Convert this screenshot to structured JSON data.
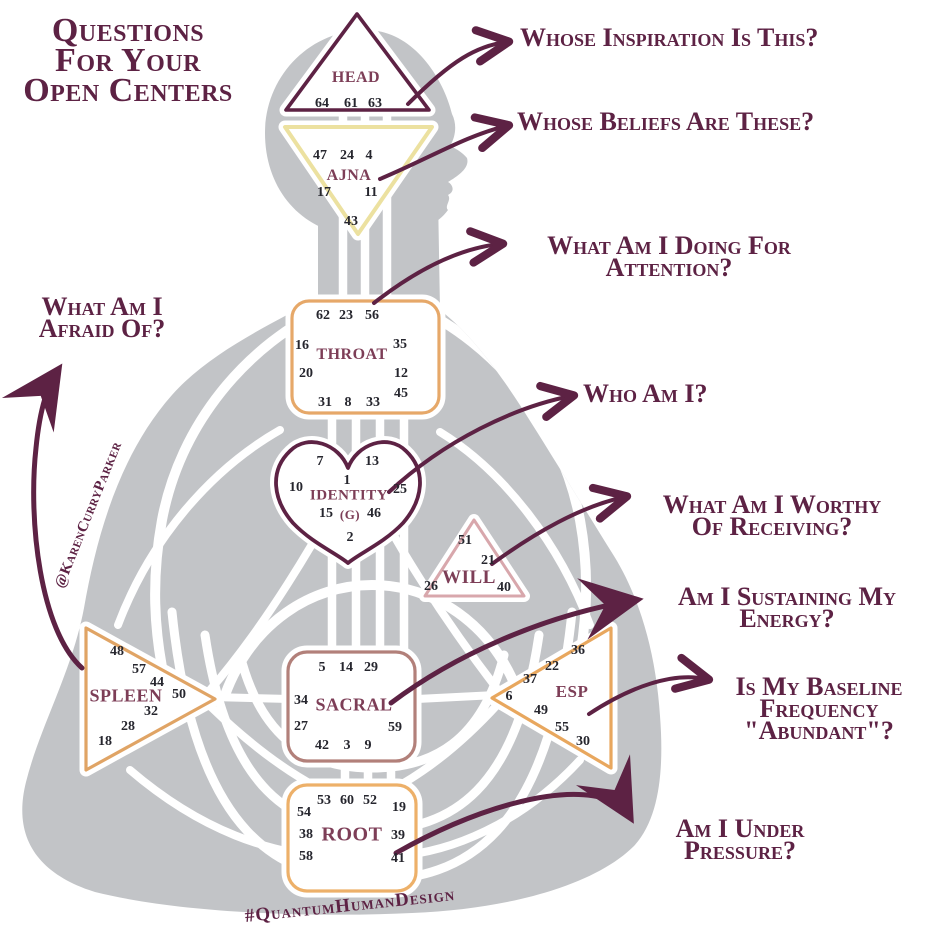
{
  "title": {
    "lines": [
      "Questions",
      "For Your",
      "Open Centers"
    ]
  },
  "watermarks": {
    "handle": "@KarenCurryParker",
    "hashtag": "#QuantumHumanDesign"
  },
  "colors": {
    "burgundy_text": "#5d2244",
    "center_label": "#7d3e57",
    "gate_number": "#26262e",
    "silhouette_gray": "#c2c4c7",
    "head_border": "#5d2244",
    "ajna_border": "#ece1a0",
    "throat_border": "#e6a869",
    "identity_border": "#5d2244",
    "will_border": "#d8a7ac",
    "spleen_border": "#e0a465",
    "sacral_border": "#b2807a",
    "esp_border": "#e8a75e",
    "root_border": "#edb069"
  },
  "centers": {
    "head": {
      "label": "HEAD",
      "gates": [
        "64",
        "61",
        "63"
      ]
    },
    "ajna": {
      "label": "AJNA",
      "gates": [
        "47",
        "24",
        "4",
        "17",
        "11",
        "43"
      ]
    },
    "throat": {
      "label": "THROAT",
      "gates": [
        "62",
        "23",
        "56",
        "16",
        "35",
        "20",
        "12",
        "31",
        "8",
        "33",
        "45"
      ]
    },
    "identity": {
      "label": "IDENTITY",
      "sublabel": "(G)",
      "gates": [
        "7",
        "13",
        "1",
        "10",
        "25",
        "15",
        "46",
        "2"
      ]
    },
    "will": {
      "label": "WILL",
      "gates": [
        "51",
        "21",
        "26",
        "40"
      ]
    },
    "spleen": {
      "label": "SPLEEN",
      "gates": [
        "48",
        "57",
        "44",
        "50",
        "32",
        "28",
        "18"
      ]
    },
    "sacral": {
      "label": "SACRAL",
      "gates": [
        "5",
        "14",
        "29",
        "34",
        "27",
        "59",
        "42",
        "3",
        "9"
      ]
    },
    "esp": {
      "label": "ESP",
      "gates": [
        "36",
        "22",
        "37",
        "6",
        "49",
        "55",
        "30"
      ]
    },
    "root": {
      "label": "ROOT",
      "gates": [
        "53",
        "60",
        "52",
        "54",
        "19",
        "38",
        "39",
        "58",
        "41"
      ]
    }
  },
  "questions": {
    "head": {
      "lines": [
        "Whose Inspiration Is This?"
      ]
    },
    "ajna": {
      "lines": [
        "Whose Beliefs Are These?"
      ]
    },
    "throat": {
      "lines": [
        "What Am I Doing For",
        "Attention?"
      ]
    },
    "identity": {
      "lines": [
        "Who Am I?"
      ]
    },
    "will": {
      "lines": [
        "What Am I Worthy",
        "Of Receiving?"
      ]
    },
    "sacral": {
      "lines": [
        "Am I Sustaining My",
        "Energy?"
      ]
    },
    "esp": {
      "lines": [
        "Is My Baseline",
        "Frequency",
        "\"Abundant\"?"
      ]
    },
    "root": {
      "lines": [
        "Am I Under",
        "Pressure?"
      ]
    },
    "spleen": {
      "lines": [
        "What Am I",
        "Afraid Of?"
      ]
    }
  }
}
